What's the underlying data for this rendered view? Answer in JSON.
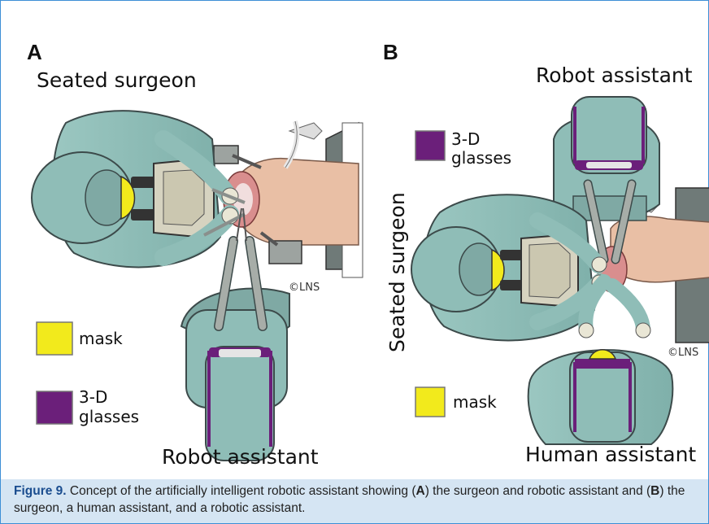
{
  "panel_a": {
    "letter": "A",
    "label_top": "Seated surgeon",
    "label_bottom": "Robot assistant",
    "copyright": "©LNS",
    "legend": [
      {
        "label": "mask",
        "color": "#f2ea1c"
      },
      {
        "label_line1": "3-D",
        "label_line2": "glasses",
        "color": "#6b1f7a"
      }
    ]
  },
  "panel_b": {
    "letter": "B",
    "label_top": "Robot assistant",
    "label_side": "Seated surgeon",
    "label_bottom": "Human assistant",
    "copyright": "©LNS",
    "legend": [
      {
        "label_line1": "3-D",
        "label_line2": "glasses",
        "color": "#6b1f7a"
      },
      {
        "label": "mask",
        "color": "#f2ea1c"
      }
    ]
  },
  "caption": {
    "lead": "Figure 9.",
    "part1": " Concept of the artificially intelligent robotic assistant showing (",
    "a": "A",
    "part2": ") the surgeon and robotic assistant and (",
    "b": "B",
    "part3": ") the surgeon, a human assistant, and a robotic assistant."
  },
  "colors": {
    "person_fill": "#8fbdb7",
    "person_stroke": "#3c4a4a",
    "skin": "#e9bfa5",
    "mask": "#f2ea1c",
    "glasses": "#6b1f7a",
    "instrument": "#a7ada8",
    "scope": "#d6d3c0",
    "border": "#3d8fd6",
    "caption_bg": "#d5e5f3"
  }
}
